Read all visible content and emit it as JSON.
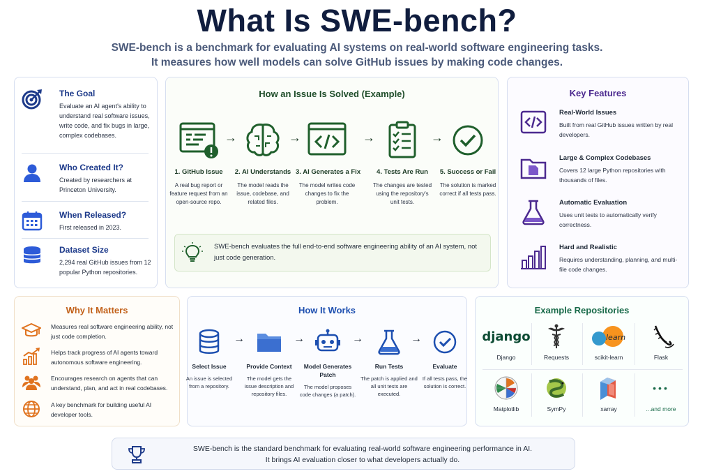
{
  "header": {
    "title": "What Is SWE-bench?",
    "subtitle_line1": "SWE-bench is a benchmark for evaluating AI systems on real-world software engineering tasks.",
    "subtitle_line2": "It measures how well models can solve GitHub issues by making code changes."
  },
  "colors": {
    "navy": "#101d3e",
    "blue": "#1d3a8a",
    "green": "#1f5f2c",
    "purple": "#4c2a8f",
    "orange": "#e0731f",
    "teal": "#1a6b4a"
  },
  "left_panel": {
    "items": [
      {
        "icon": "target-icon",
        "heading": "The Goal",
        "text": "Evaluate an AI agent's ability to understand real software issues, write code, and fix bugs in large, complex codebases."
      },
      {
        "icon": "person-icon",
        "heading": "Who Created It?",
        "text": "Created by researchers at Princeton University."
      },
      {
        "icon": "calendar-icon",
        "heading": "When Released?",
        "text": "First released in 2023."
      },
      {
        "icon": "database-icon",
        "heading": "Dataset Size",
        "text": "2,294 real GitHub issues from 12 popular Python repositories."
      }
    ]
  },
  "issue_panel": {
    "title": "How an Issue Is Solved (Example)",
    "steps": [
      {
        "icon": "browser-alert-icon",
        "title": "1. GitHub Issue",
        "text": "A real bug report or feature request from an open-source repo."
      },
      {
        "icon": "brain-icon",
        "title": "2. AI Understands",
        "text": "The model reads the issue, codebase, and related files."
      },
      {
        "icon": "code-window-icon",
        "title": "3. AI Generates a Fix",
        "text": "The model writes code changes to fix the problem."
      },
      {
        "icon": "checklist-icon",
        "title": "4. Tests Are Run",
        "text": "The changes are tested using the repository's unit tests."
      },
      {
        "icon": "check-circle-icon",
        "title": "5. Success or Fail",
        "text": "The solution is marked correct if all tests pass."
      }
    ],
    "note": "SWE-bench evaluates the full end-to-end software engineering ability of an AI system, not just code generation."
  },
  "features_panel": {
    "title": "Key Features",
    "items": [
      {
        "icon": "code-icon",
        "heading": "Real-World Issues",
        "text": "Built from real GitHub issues written by real developers."
      },
      {
        "icon": "folder-icon",
        "heading": "Large & Complex Codebases",
        "text": "Covers 12 large Python repositories with thousands of files."
      },
      {
        "icon": "flask-icon",
        "heading": "Automatic Evaluation",
        "text": "Uses unit tests to automatically verify correctness."
      },
      {
        "icon": "bar-chart-icon",
        "heading": "Hard and Realistic",
        "text": "Requires understanding, planning, and multi-file code changes."
      }
    ]
  },
  "why_panel": {
    "title": "Why It Matters",
    "items": [
      {
        "icon": "graduation-cap-icon",
        "text": "Measures real software engineering ability, not just code completion."
      },
      {
        "icon": "trend-chart-icon",
        "text": "Helps track progress of AI agents toward autonomous software engineering."
      },
      {
        "icon": "people-icon",
        "text": "Encourages research on agents that can understand, plan, and act in real codebases."
      },
      {
        "icon": "globe-icon",
        "text": "A key benchmark for building useful AI developer tools."
      }
    ]
  },
  "how_panel": {
    "title": "How It Works",
    "steps": [
      {
        "icon": "database-icon",
        "title": "Select Issue",
        "text": "An issue is selected from a repository."
      },
      {
        "icon": "folder-icon",
        "title": "Provide Context",
        "text": "The model gets the issue description and repository files."
      },
      {
        "icon": "robot-icon",
        "title": "Model Generates Patch",
        "text": "The model proposes code changes (a patch)."
      },
      {
        "icon": "flask-icon",
        "title": "Run Tests",
        "text": "The patch is applied and all unit tests are executed."
      },
      {
        "icon": "check-circle-icon",
        "title": "Evaluate",
        "text": "If all tests pass, the solution is correct."
      }
    ]
  },
  "repos_panel": {
    "title": "Example Repositories",
    "logo_django": "django",
    "logo_sklearn": "learn",
    "more_dots": "•••",
    "repos": [
      {
        "name": "Django"
      },
      {
        "name": "Requests"
      },
      {
        "name": "scikit-learn"
      },
      {
        "name": "Flask"
      },
      {
        "name": "Matplotlib"
      },
      {
        "name": "SymPy"
      },
      {
        "name": "xarray"
      },
      {
        "name": "...and more"
      }
    ]
  },
  "footer": {
    "icon": "trophy-icon",
    "line1": "SWE-bench is the standard benchmark for evaluating real-world software engineering performance in AI.",
    "line2": "It brings AI evaluation closer to what developers actually do."
  }
}
